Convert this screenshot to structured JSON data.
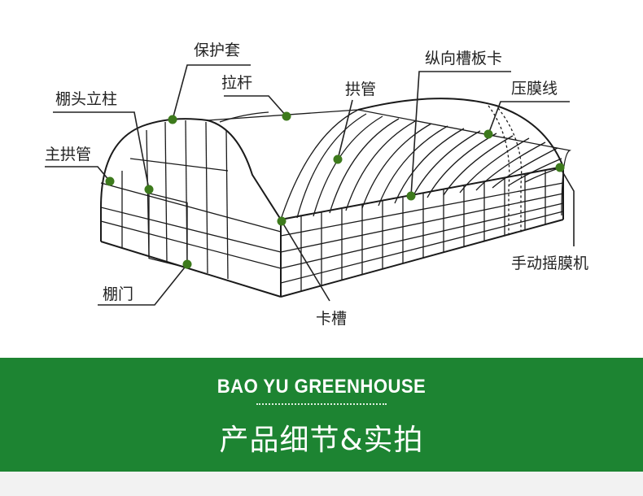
{
  "diagram": {
    "labels": {
      "protective_sleeve": "保护套",
      "tie_rod": "拉杆",
      "gable_column": "棚头立柱",
      "arch_pipe": "拱管",
      "longitudinal_clip": "纵向槽板卡",
      "film_press_line": "压膜线",
      "main_arch": "主拱管",
      "manual_film_roller": "手动摇膜机",
      "shed_door": "棚门",
      "clip_channel": "卡槽"
    }
  },
  "banner": {
    "title_en": "BAO YU GREENHOUSE",
    "title_cn": "产品细节&实拍"
  },
  "colors": {
    "banner_green": "#1d8432",
    "marker_green": "#3d7a1c"
  }
}
